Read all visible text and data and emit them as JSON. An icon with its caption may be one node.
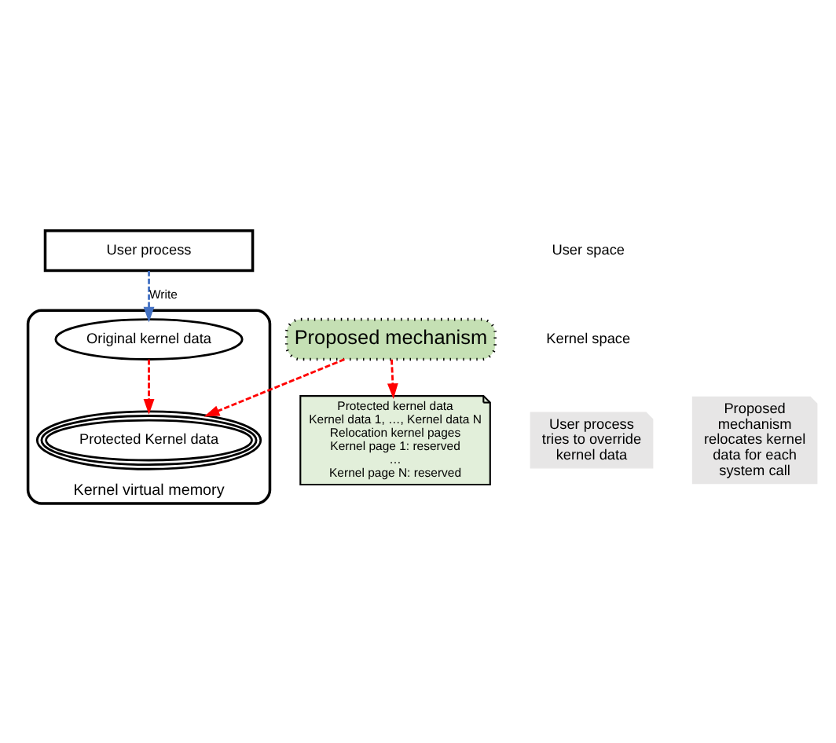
{
  "diagram": {
    "nodes": [
      {
        "text": [
          "User process"
        ]
      },
      {
        "text": [
          "Proposed mechanism"
        ]
      },
      {
        "text": [
          "Protected kernel data",
          "Kernel data 1, …, Kernel data N",
          "Relocation kernel pages",
          "Kernel page 1: reserved",
          "…",
          "Kernel page N: reserved"
        ]
      },
      {
        "text": [
          "Kernel virtual memory"
        ]
      },
      {
        "text": [
          "Original kernel data"
        ],
        "in": 3
      },
      {
        "text": [
          "Protected Kernel data"
        ],
        "in": 3
      }
    ],
    "edges": [
      {
        "from": 1,
        "to": 2,
        "arrow": "to",
        "style": "dashed",
        "color": "#ff0000"
      },
      {
        "from": 0,
        "to": 4,
        "arrow": "to",
        "label": "Write",
        "style": "dashed",
        "color": "#4472c4"
      },
      {
        "from": 1,
        "to": 5,
        "arrow": "to",
        "style": "dashed",
        "color": "#ff0000"
      },
      {
        "from": 4,
        "to": 5,
        "arrow": "to",
        "style": "dashed",
        "color": "#ff0000"
      }
    ],
    "labels": [
      "User space",
      "Kernel space",
      "User process tries to override kernel data",
      "Proposed mechanism relocates kernel data for each system call"
    ]
  }
}
